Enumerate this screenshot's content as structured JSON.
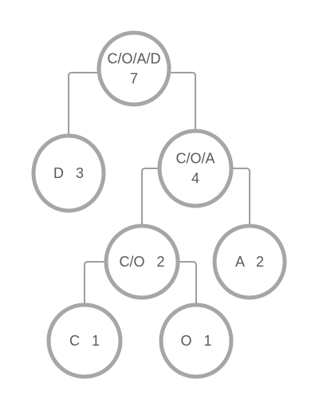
{
  "tree": {
    "nodes": [
      {
        "id": "root",
        "lines": [
          "C/O/A/D",
          "7"
        ]
      },
      {
        "id": "d",
        "lines": [
          "D   3"
        ]
      },
      {
        "id": "coa",
        "lines": [
          "C/O/A",
          "4"
        ]
      },
      {
        "id": "co",
        "lines": [
          "C/O   2"
        ]
      },
      {
        "id": "a",
        "lines": [
          "A   2"
        ]
      },
      {
        "id": "c",
        "lines": [
          "C   1"
        ]
      },
      {
        "id": "o",
        "lines": [
          "O   1"
        ]
      }
    ],
    "edges": [
      {
        "from": "root",
        "to": "d"
      },
      {
        "from": "root",
        "to": "coa"
      },
      {
        "from": "coa",
        "to": "co"
      },
      {
        "from": "coa",
        "to": "a"
      },
      {
        "from": "co",
        "to": "c"
      },
      {
        "from": "co",
        "to": "o"
      }
    ],
    "colors": {
      "circle_stroke": "#a6a6a6",
      "edge": "#9e9e9e",
      "text": "#595959"
    }
  }
}
